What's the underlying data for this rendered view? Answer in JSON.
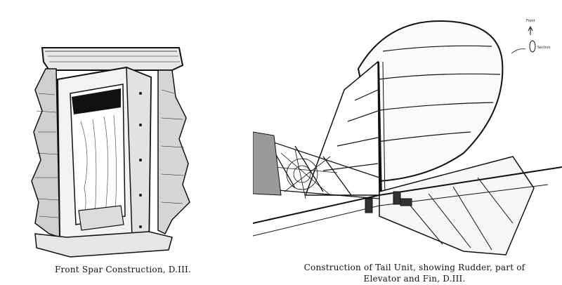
{
  "figures": [
    {
      "caption": "Front Spar Construction, D.III.",
      "subject": "front-spar"
    },
    {
      "caption_line1": "Construction of Tail Unit, showing Rudder, part of",
      "caption_line2": "Elevator and Fin, D.III.",
      "subject": "tail-unit",
      "annotations": {
        "front_label": "Front",
        "section_label": "Section"
      }
    }
  ],
  "colors": {
    "ink": "#111111",
    "paper": "#ffffff"
  }
}
